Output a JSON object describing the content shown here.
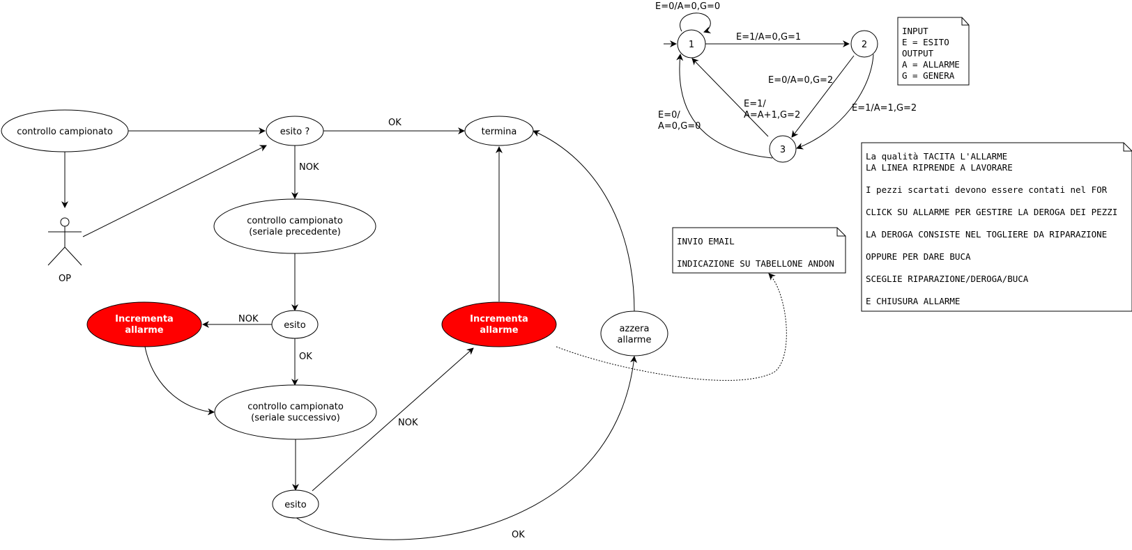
{
  "flow": {
    "start": "controllo campionato",
    "actor": "OP",
    "esito1": "esito ?",
    "termina": "termina",
    "cc_prec": [
      "controllo campionato",
      "(seriale precedente)"
    ],
    "esito2": "esito",
    "inc1": [
      "Incrementa",
      "allarme"
    ],
    "cc_succ": [
      "controllo campionato",
      "(seriale successivo)"
    ],
    "esito3": "esito",
    "inc2": [
      "Incrementa",
      "allarme"
    ],
    "azzera": [
      "azzera",
      "allarme"
    ],
    "labels": {
      "ok_top": "OK",
      "nok_down": "NOK",
      "nok_left": "NOK",
      "ok_down": "OK",
      "nok_diag": "NOK",
      "ok_bottom": "OK"
    }
  },
  "fsm": {
    "states": [
      "1",
      "2",
      "3"
    ],
    "labels": {
      "loop1": "E=0/A=0,G=0",
      "e12": "E=1/A=0,G=1",
      "e23": "E=0/A=0,G=2",
      "e23b": "E=1/A=1,G=2",
      "e31a": [
        "E=1/",
        "A=A+1,G=2"
      ],
      "e31b": [
        "E=0/",
        "A=0,G=0"
      ]
    }
  },
  "notes": {
    "io": [
      "INPUT",
      "E = ESITO",
      "OUTPUT",
      "A = ALLARME",
      "G = GENERA"
    ],
    "email": [
      "INVIO EMAIL",
      "",
      "INDICAZIONE SU TABELLONE ANDON"
    ],
    "qualita": [
      "La qualità TACITA L'ALLARME",
      "LA LINEA RIPRENDE A LAVORARE",
      "",
      "I pezzi scartati devono essere contati nel FOR",
      "",
      "CLICK SU ALLARME PER GESTIRE LA DEROGA DEI PEZZI",
      "",
      "LA DEROGA CONSISTE NEL TOGLIERE DA RIPARAZIONE",
      "",
      "OPPURE PER DARE BUCA",
      "",
      "SCEGLIE RIPARAZIONE/DEROGA/BUCA",
      "",
      "E CHIUSURA ALLARME"
    ]
  }
}
